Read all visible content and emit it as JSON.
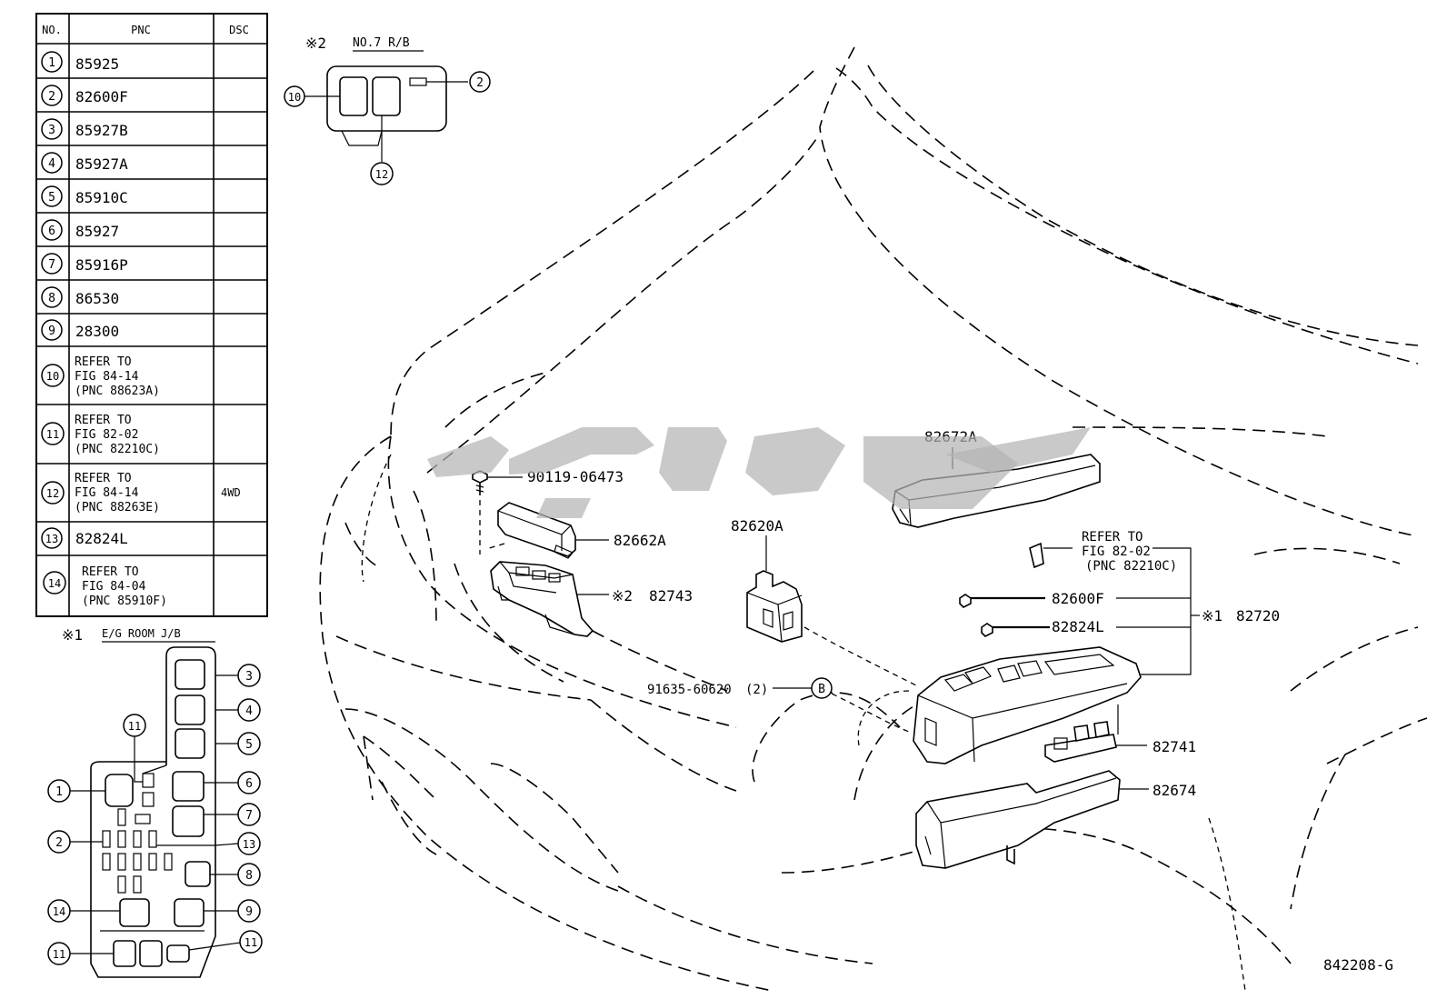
{
  "table": {
    "headers": [
      "NO.",
      "PNC",
      "DSC"
    ],
    "rows": [
      {
        "no": "1",
        "pnc": [
          "85925"
        ],
        "dsc": ""
      },
      {
        "no": "2",
        "pnc": [
          "82600F"
        ],
        "dsc": ""
      },
      {
        "no": "3",
        "pnc": [
          "85927B"
        ],
        "dsc": ""
      },
      {
        "no": "4",
        "pnc": [
          "85927A"
        ],
        "dsc": ""
      },
      {
        "no": "5",
        "pnc": [
          "85910C"
        ],
        "dsc": ""
      },
      {
        "no": "6",
        "pnc": [
          "85927"
        ],
        "dsc": ""
      },
      {
        "no": "7",
        "pnc": [
          "85916P"
        ],
        "dsc": ""
      },
      {
        "no": "8",
        "pnc": [
          "86530"
        ],
        "dsc": ""
      },
      {
        "no": "9",
        "pnc": [
          "28300"
        ],
        "dsc": ""
      },
      {
        "no": "10",
        "pnc": [
          "REFER TO",
          "FIG 84-14",
          "(PNC 88623A)"
        ],
        "dsc": ""
      },
      {
        "no": "11",
        "pnc": [
          "REFER TO",
          "FIG 82-02",
          "(PNC 82210C)"
        ],
        "dsc": ""
      },
      {
        "no": "12",
        "pnc": [
          "REFER TO",
          "FIG 84-14",
          "(PNC 88263E)"
        ],
        "dsc": "4WD"
      },
      {
        "no": "13",
        "pnc": [
          "82824L"
        ],
        "dsc": ""
      },
      {
        "no": "14",
        "pnc": [
          "REFER TO",
          "FIG 84-04",
          "(PNC 85910F)"
        ],
        "dsc": ""
      }
    ]
  },
  "inset_rb": {
    "mark": "※2",
    "title": "NO.7 R/B",
    "callouts": [
      "10",
      "12",
      "2"
    ]
  },
  "inset_jb": {
    "mark": "※1",
    "title": "E/G ROOM J/B",
    "callouts_right": [
      "3",
      "4",
      "5",
      "6",
      "7",
      "13",
      "8",
      "9",
      "11"
    ],
    "callouts_left": [
      "1",
      "2",
      "14",
      "11"
    ],
    "callout_top": "11"
  },
  "labels": {
    "bolt": "90119-06473",
    "cover_small": "82662A",
    "rb_mark": "※2",
    "rb_part": "82743",
    "relay_block": "82620A",
    "cover_large": "82672A",
    "refer1": "REFER TO",
    "refer2": "FIG 82-02",
    "refer3": "(PNC 82210C)",
    "fuse1": "82600F",
    "fuse2": "82824L",
    "jb_mark": "※1",
    "jb_part": "82720",
    "nut": "91635-60620",
    "nut_qty": "(2)",
    "nut_ref": "B",
    "bracket": "82741",
    "lower_case": "82674",
    "fig_code": "842208-G"
  },
  "watermark": {
    "text": "قطعه"
  }
}
